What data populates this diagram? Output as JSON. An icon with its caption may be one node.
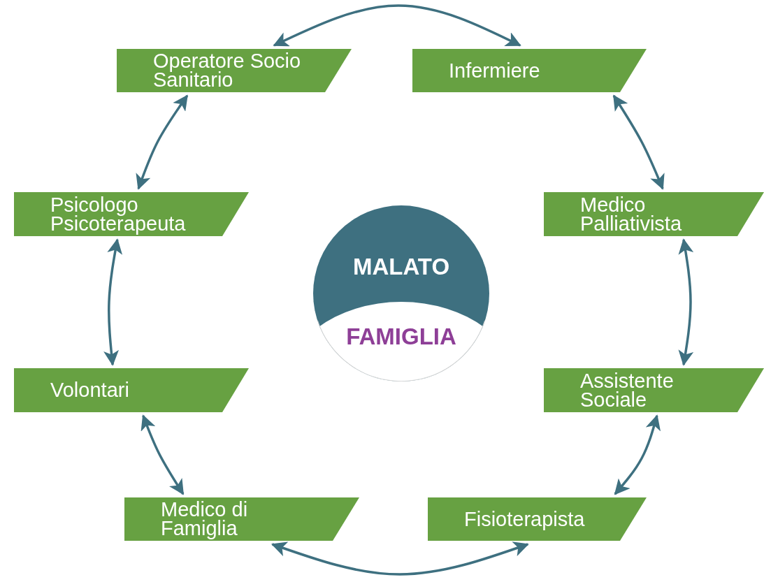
{
  "diagram": {
    "nodes": [
      {
        "text": [
          "Operatore Socio Sanitario"
        ]
      },
      {
        "text": [
          "Infermiere"
        ]
      },
      {
        "text": [
          "Medico Palliativista"
        ]
      },
      {
        "text": [
          "Assistente Sociale"
        ]
      },
      {
        "text": [
          "Fisioterapista"
        ]
      },
      {
        "text": [
          "Medico di Famiglia"
        ]
      },
      {
        "text": [
          "Volontari"
        ]
      },
      {
        "text": [
          "Psicologo Psicoterapeuta"
        ]
      },
      {
        "text": [
          "MALATO",
          "FAMIGLIA"
        ]
      }
    ],
    "edges": [
      {
        "from": 0,
        "to": 1,
        "arrow": "both"
      },
      {
        "from": 1,
        "to": 2,
        "arrow": "both"
      },
      {
        "from": 2,
        "to": 3,
        "arrow": "both"
      },
      {
        "from": 3,
        "to": 4,
        "arrow": "both"
      },
      {
        "from": 4,
        "to": 5,
        "arrow": "both"
      },
      {
        "from": 5,
        "to": 6,
        "arrow": "both"
      },
      {
        "from": 6,
        "to": 7,
        "arrow": "both"
      },
      {
        "from": 7,
        "to": 0,
        "arrow": "both"
      }
    ]
  }
}
